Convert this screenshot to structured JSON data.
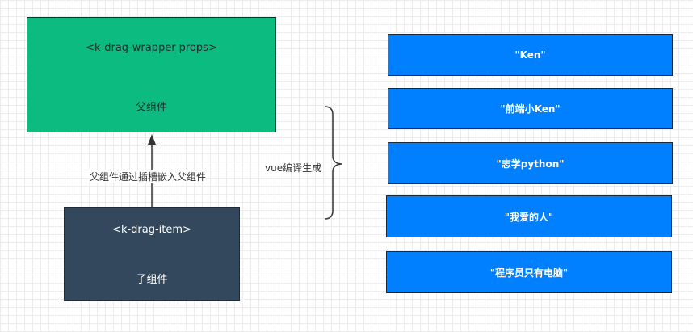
{
  "parent_box": {
    "prop_label": "<k-drag-wrapper props>",
    "title": "父组件"
  },
  "child_box": {
    "tag_label": "<k-drag-item>",
    "title": "子组件"
  },
  "edge_label": "父组件通过插槽嵌入父组件",
  "compile_label": "vue编译生成",
  "items": [
    "\"Ken\"",
    "\"前端小Ken\"",
    "\"志学python\"",
    "\"我爱的人\"",
    "\"程序员只有电脑\""
  ],
  "colors": {
    "parent": "#0bbb80",
    "child": "#33485c",
    "item": "#007fff"
  }
}
